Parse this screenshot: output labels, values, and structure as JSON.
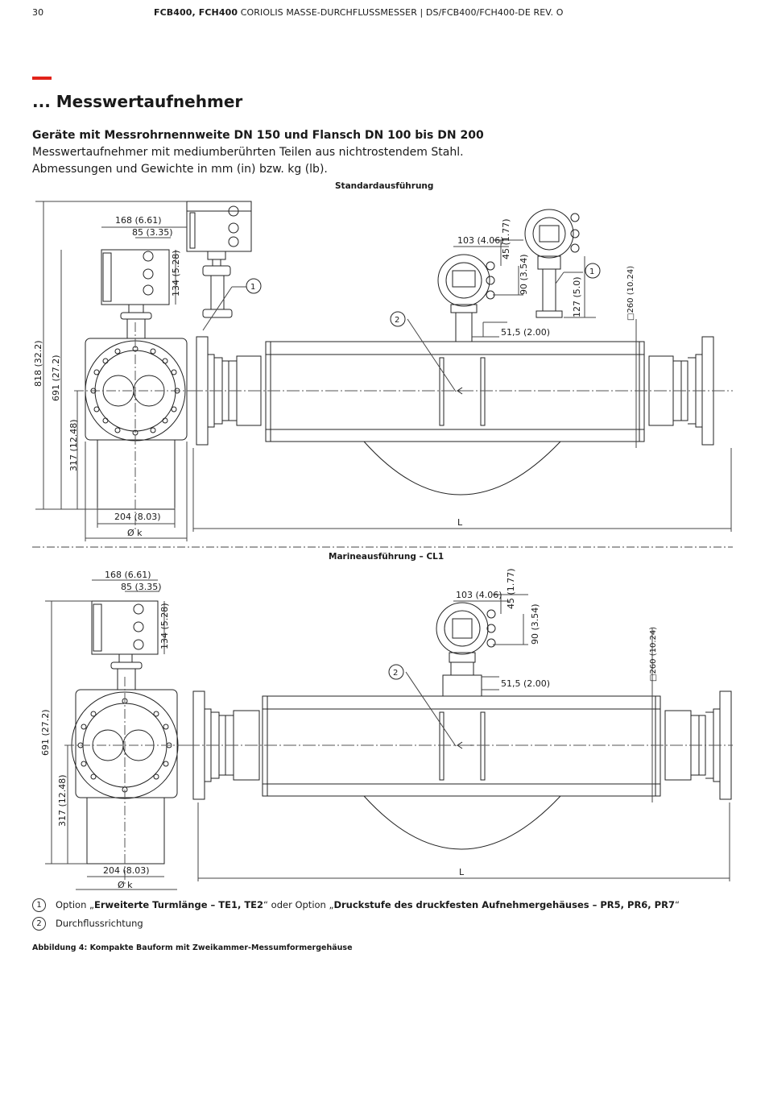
{
  "header": {
    "page_number": "30",
    "title_bold": "FCB400, FCH400",
    "title_rest": " CORIOLIS MASSE-DURCHFLUSSMESSER | DS/FCB400/FCH400-DE REV. O"
  },
  "section": {
    "title": "... Messwertaufnehmer",
    "subtitle": "Geräte mit Messrohrnennweite DN 150 und Flansch DN 100 bis DN 200",
    "line1": "Messwertaufnehmer mit mediumberührten Teilen aus nichtrostendem Stahl.",
    "line2": "Abmessungen und Gewichte in mm (in) bzw. kg (lb)."
  },
  "figure_top": {
    "caption": "Standardausführung",
    "dims": {
      "d168": "168 (6.61)",
      "d85": "85 (3.35)",
      "d134": "134 (5.28)",
      "d103": "103 (4.06)",
      "d45": "45 (1.77)",
      "d90": "90 (3.54)",
      "d127": "127 (5.0)",
      "d260": "□260 (10.24)",
      "d51": "51,5 (2.00)",
      "d818": "818 (32.2)",
      "d691": "691 (27.2)",
      "d317": "317 (12.48)",
      "d204": "204 (8.03)",
      "dk": "Ø k",
      "L": "L",
      "c1": "1",
      "c2": "2"
    }
  },
  "figure_bottom": {
    "caption": "Marineausführung – CL1",
    "dims": {
      "d168": "168 (6.61)",
      "d85": "85 (3.35)",
      "d134": "134 (5.28)",
      "d103": "103 (4.06)",
      "d45": "45 (1.77)",
      "d90": "90 (3.54)",
      "d260": "□260 (10.24)",
      "d51": "51,5 (2.00)",
      "d691": "691 (27.2)",
      "d317": "317 (12.48)",
      "d204": "204 (8.03)",
      "dk": "Ø k",
      "L": "L",
      "c2": "2"
    }
  },
  "legend": [
    {
      "num": "1",
      "pre": "Option „",
      "b1": "Erweiterte Turmlänge – TE1, TE2",
      "mid": "“ oder Option „",
      "b2": "Druckstufe des druckfesten Aufnehmergehäuses – PR5, PR6, PR7",
      "post": "“"
    },
    {
      "num": "2",
      "text": "Durchflussrichtung"
    }
  ],
  "caption": "Abbildung 4:  Kompakte Bauform mit Zweikammer-Messumformergehäuse"
}
